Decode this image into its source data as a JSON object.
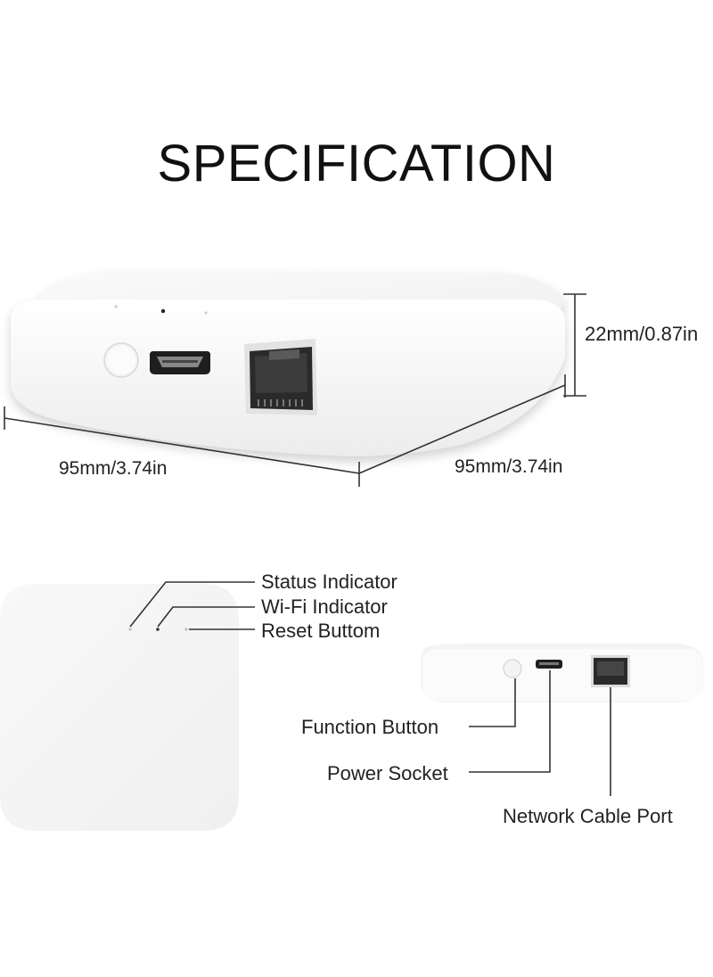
{
  "title": "SPECIFICATION",
  "dimensions": {
    "height": "22mm/0.87in",
    "width_front": "95mm/3.74in",
    "width_side": "95mm/3.74in"
  },
  "top_view_callouts": {
    "status": "Status Indicator",
    "wifi": "Wi-Fi Indicator",
    "reset": "Reset Buttom"
  },
  "front_view_callouts": {
    "function": "Function Button",
    "power": "Power Socket",
    "network": "Network Cable Port"
  },
  "colors": {
    "device_body": "#f7f7f7",
    "device_shadow": "#e4e4e4",
    "port_dark": "#2b2b2b",
    "line": "#333333"
  }
}
